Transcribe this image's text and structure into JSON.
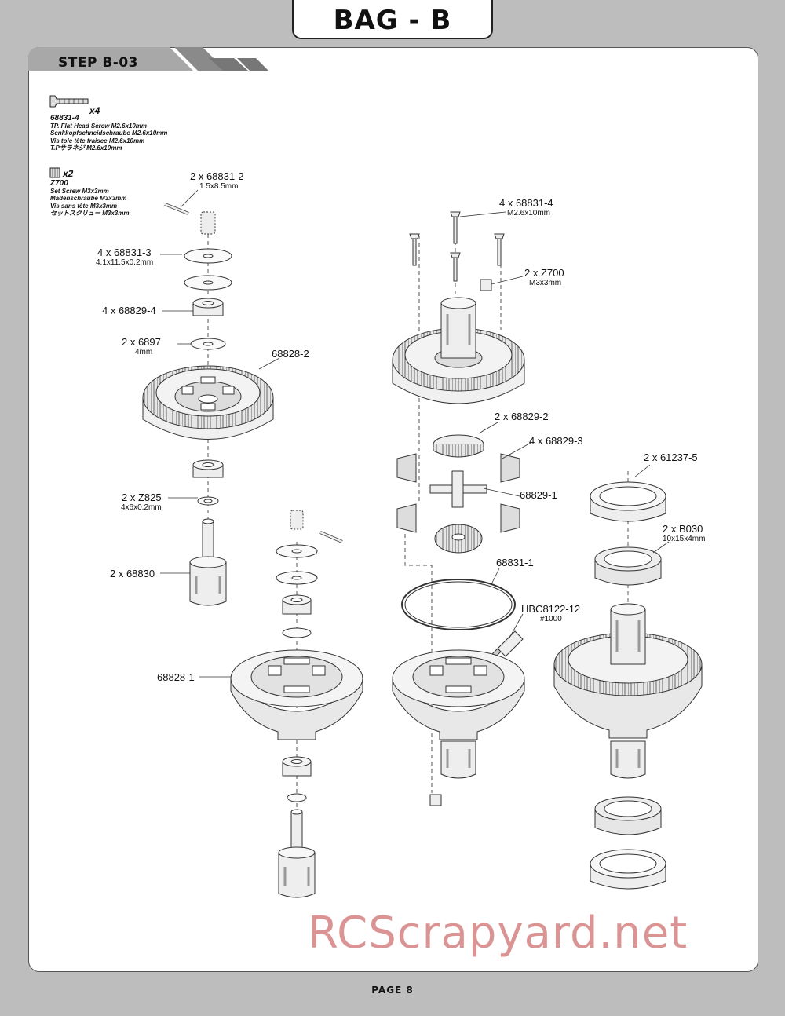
{
  "header": {
    "bag_title": "BAG - B"
  },
  "step": {
    "title": "STEP B-03"
  },
  "legend": [
    {
      "code": "68831-4",
      "qty": "x4",
      "lines": [
        "TP. Flat Head Screw M2.6x10mm",
        "Senkkopfschneidschraube M2.6x10mm",
        "Vis tole tête fraisee M2.6x10mm",
        "T.Pサラネジ M2.6x10mm"
      ]
    },
    {
      "code": "Z700",
      "qty": "x2",
      "lines": [
        "Set Screw M3x3mm",
        "Madenschraube M3x3mm",
        "Vis sans tête M3x3mm",
        "セットスクリュー M3x3mm"
      ]
    }
  ],
  "callouts": {
    "pin": {
      "label": "2 x 68831-2",
      "sub": "1.5x8.5mm"
    },
    "shim": {
      "label": "4 x 68831-3",
      "sub": "4.1x11.5x0.2mm"
    },
    "bearing": {
      "label": "4 x 68829-4"
    },
    "oring": {
      "label": "2 x 6897",
      "sub": "4mm"
    },
    "gear": {
      "label": "68828-2"
    },
    "washer": {
      "label": "2 x Z825",
      "sub": "4x6x0.2mm"
    },
    "outdrive": {
      "label": "2 x 68830"
    },
    "case": {
      "label": "68828-1"
    },
    "screws": {
      "label": "4 x 68831-4",
      "sub": "M2.6x10mm"
    },
    "setscrew": {
      "label": "2 x Z700",
      "sub": "M3x3mm"
    },
    "bevel_big": {
      "label": "2 x 68829-2"
    },
    "bevel_small": {
      "label": "4 x 68829-3"
    },
    "cross": {
      "label": "68829-1"
    },
    "gasket": {
      "label": "68831-1"
    },
    "oil": {
      "label": "HBC8122-12",
      "sub": "#1000"
    },
    "insert": {
      "label": "2 x 61237-5"
    },
    "ball_bearing": {
      "label": "2 x B030",
      "sub": "10x15x4mm"
    }
  },
  "watermark": "RCScrapyard.net",
  "footer": {
    "page": "PAGE 8"
  }
}
